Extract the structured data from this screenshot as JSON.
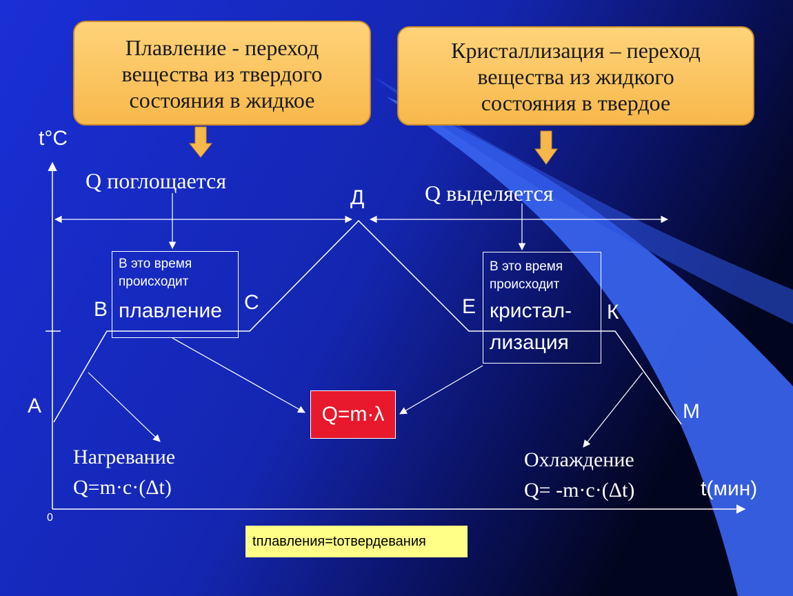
{
  "callouts": {
    "melting": [
      "Плавление - переход",
      "вещества из твердого",
      "состояния в жидкое"
    ],
    "crystallization": [
      "Кристаллизация – переход",
      "вещества из жидкого",
      "состояния в твердое"
    ]
  },
  "axes": {
    "y_label": "t°C",
    "x_label": "t(мин)",
    "origin": "0"
  },
  "heat": {
    "absorbed": "Q  поглощается",
    "released": "Q   выделяется"
  },
  "points": {
    "A": "А",
    "B": "В",
    "C": "С",
    "D": "Д",
    "E": "Е",
    "K": "К",
    "M": "М"
  },
  "melting_box": {
    "line1": "В это время",
    "line2": "происходит",
    "process": "плавление"
  },
  "crystal_box": {
    "line1": "В это время",
    "line2": "происходит",
    "process1": "кристал-",
    "process2": "лизация"
  },
  "formula": "Q=m·λ",
  "heating": {
    "title": "Нагревание",
    "formula": "Q=m·c·(Δt)"
  },
  "cooling": {
    "title": "Охлаждение",
    "formula": "Q= -m·c·(Δt)"
  },
  "note": {
    "t1": "t",
    "s1": "плавления",
    "eq": "=t",
    "s2": "отвердевания"
  },
  "colors": {
    "bg_blue": "#1a2fd6",
    "callout_orange": "#f7b84b",
    "formula_red": "#e8192c",
    "note_yellow": "#ffff88"
  }
}
